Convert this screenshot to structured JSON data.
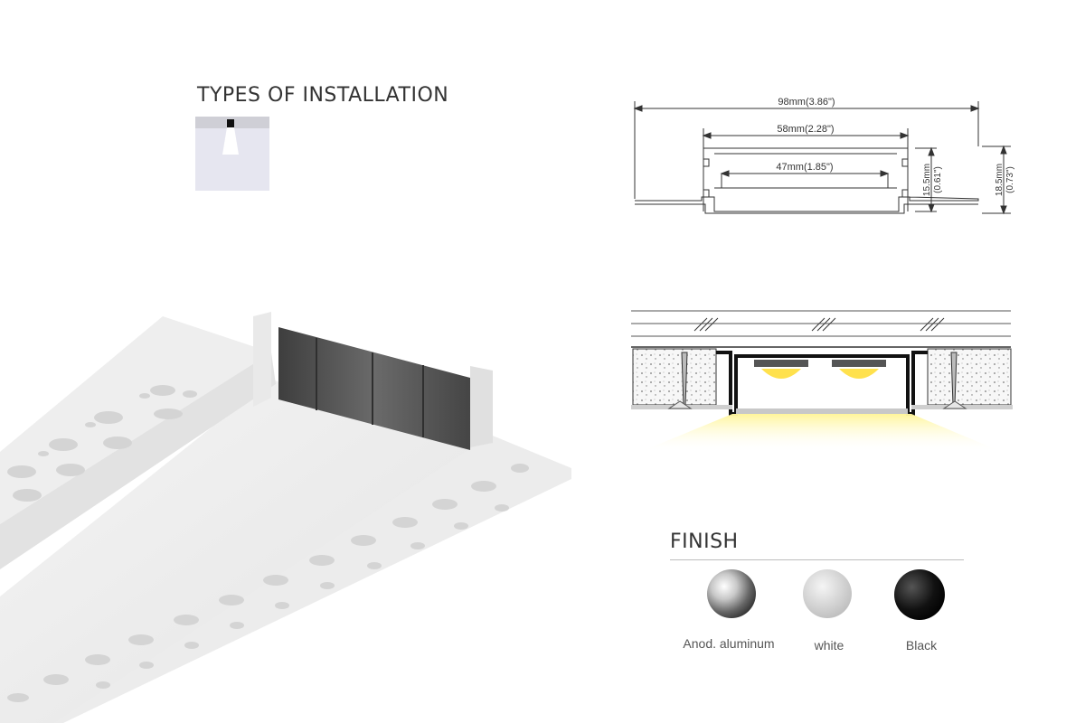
{
  "installation": {
    "title": "TYPES OF INSTALLATION",
    "icon": "recessed-install-icon"
  },
  "dimensions": {
    "overall_width": "98mm(3.86\")",
    "inner_width": "58mm(2.28\")",
    "diffuser_width": "47mm(1.85\")",
    "inner_height": "15.5mm",
    "inner_height_in": "(0.61\")",
    "overall_height": "18.5mm",
    "overall_height_in": "(0.73\")"
  },
  "finish": {
    "title": "FINISH",
    "options": [
      {
        "label": "Anod. aluminum",
        "color": "#9a9a9a"
      },
      {
        "label": "white",
        "color": "#dcdcdc"
      },
      {
        "label": "Black",
        "color": "#111111"
      }
    ]
  },
  "colors": {
    "light": "#fff4a0",
    "profile": "#f2f2f2",
    "lens": "#505050"
  }
}
